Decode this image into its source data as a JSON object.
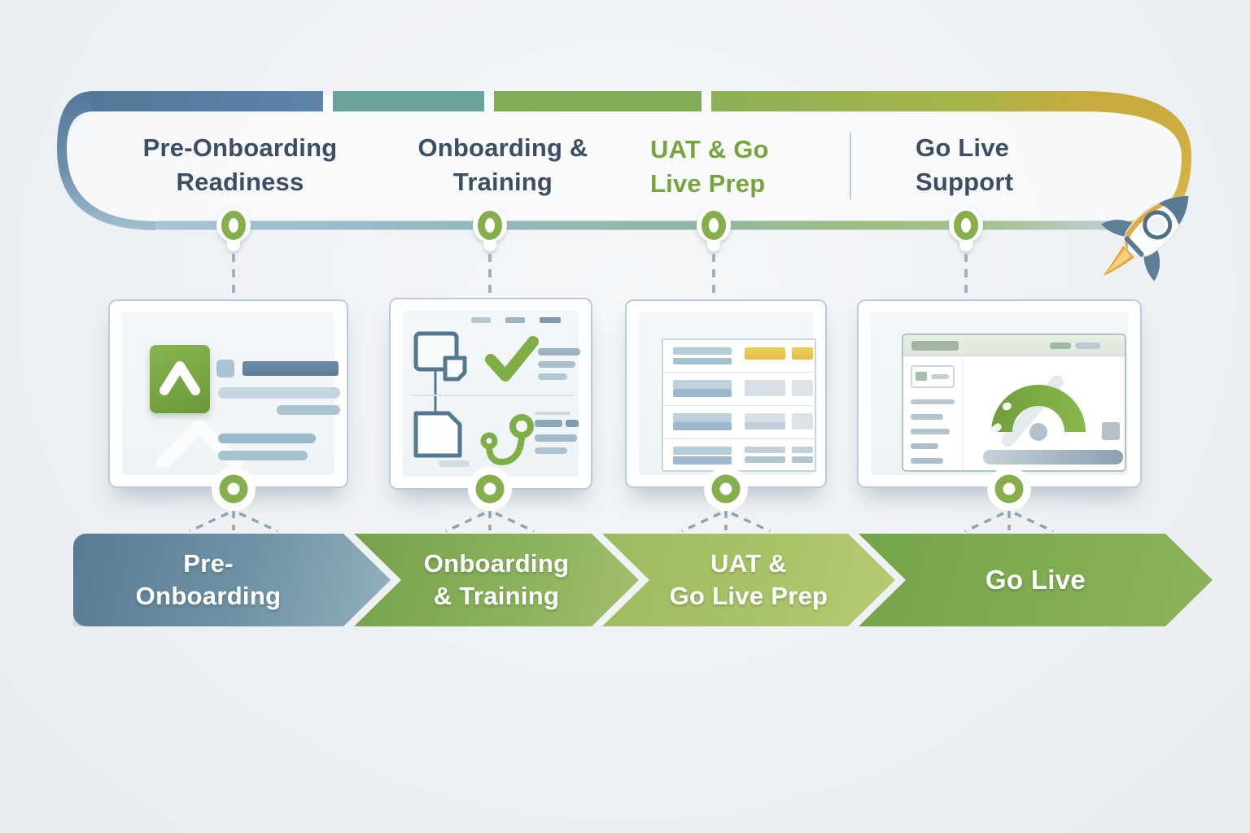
{
  "header": {
    "phases": [
      {
        "id": "pre-onboarding-readiness",
        "line1": "Pre-Onboarding",
        "line2": "Readiness"
      },
      {
        "id": "onboarding-training",
        "line1": "Onboarding &",
        "line2": "Training"
      },
      {
        "id": "uat-go-live-prep",
        "line1": "UAT & Go",
        "line2": "Live Prep"
      },
      {
        "id": "go-live-support",
        "line1": "Go Live",
        "line2": "Support"
      }
    ]
  },
  "stages": [
    {
      "id": "stage-pre-onboarding",
      "line1": "Pre-",
      "line2": "Onboarding"
    },
    {
      "id": "stage-onboarding-training",
      "line1": "Onboarding",
      "line2": "& Training"
    },
    {
      "id": "stage-uat-go-live-prep",
      "line1": "UAT &",
      "line2": "Go Live Prep"
    },
    {
      "id": "stage-go-live",
      "line1": "Go Live",
      "line2": ""
    }
  ],
  "icons": {
    "rocket": "rocket-icon",
    "logo": "chevron-logo-icon",
    "check": "checkmark-icon",
    "folder": "folder-icon",
    "branch": "route-branch-icon",
    "gauge": "gauge-icon",
    "marker": "timeline-node-icon"
  },
  "colors": {
    "steel_blue": "#5b80a5",
    "teal": "#6ba29e",
    "green": "#82ad57",
    "gold": "#cfae3e",
    "accent_green": "#86ae4c",
    "dark_text": "#3d4e63",
    "green_text": "#77a43d",
    "stage_blue": "#6c8da2",
    "stage_green": "#8bb35c",
    "stage_light_green": "#a9c166",
    "stage_go_live": "#7ca94f"
  }
}
